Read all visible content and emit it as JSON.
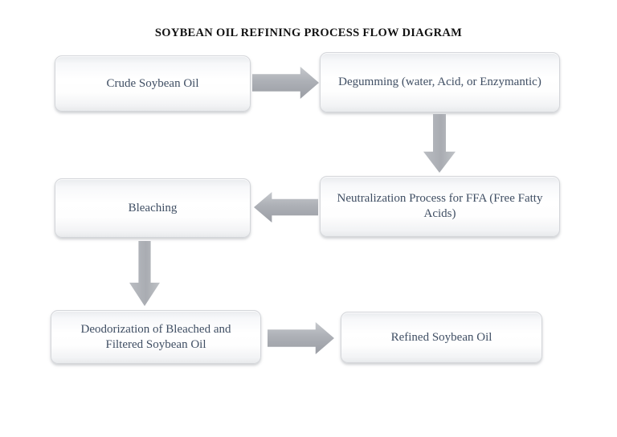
{
  "title": "SOYBEAN OIL REFINING PROCESS FLOW DIAGRAM",
  "colors": {
    "background": "#ffffff",
    "title_text": "#121212",
    "node_text": "#3f4e63",
    "node_border": "#d4d6da",
    "node_fill_top": "#e9ebee",
    "node_fill_middle": "#ffffff",
    "node_fill_bottom": "#e8eaec",
    "arrow_fill": "#adb0b6"
  },
  "nodes": [
    {
      "id": "crude",
      "label": "Crude Soybean Oil"
    },
    {
      "id": "degumming",
      "label": "Degumming (water, Acid, or Enzymantic)"
    },
    {
      "id": "neutralization",
      "label": "Neutralization Process for FFA (Free Fatty Acids)"
    },
    {
      "id": "bleaching",
      "label": "Bleaching"
    },
    {
      "id": "deodorization",
      "label": "Deodorization of Bleached and Filtered Soybean Oil"
    },
    {
      "id": "refined",
      "label": "Refined Soybean Oil"
    }
  ],
  "edges": [
    {
      "from": "crude",
      "to": "degumming",
      "direction": "right"
    },
    {
      "from": "degumming",
      "to": "neutralization",
      "direction": "down"
    },
    {
      "from": "neutralization",
      "to": "bleaching",
      "direction": "left"
    },
    {
      "from": "bleaching",
      "to": "deodorization",
      "direction": "down"
    },
    {
      "from": "deodorization",
      "to": "refined",
      "direction": "right"
    }
  ]
}
